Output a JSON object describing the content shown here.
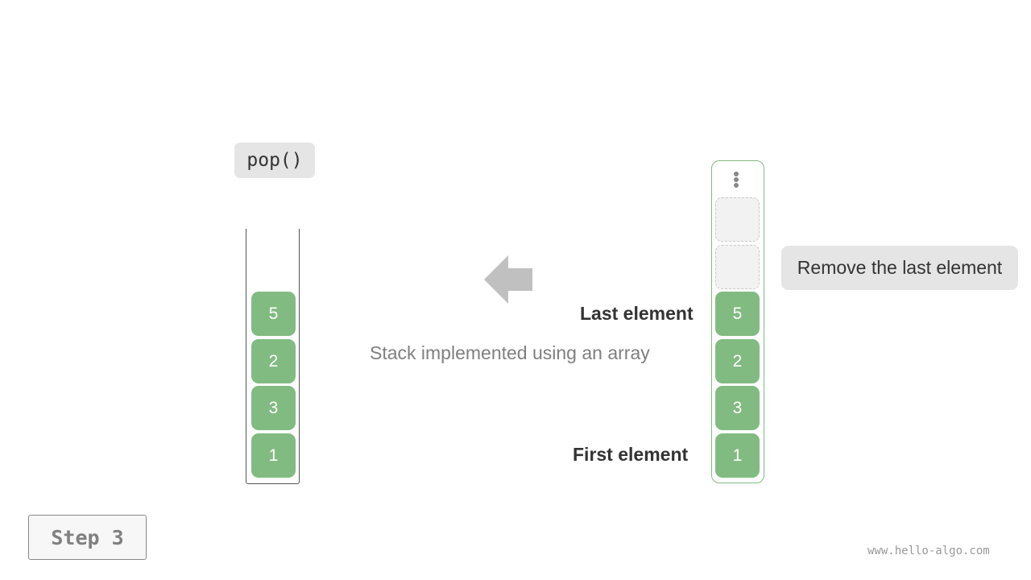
{
  "operation": "pop()",
  "stack_values": [
    "5",
    "2",
    "3",
    "1"
  ],
  "array_values": [
    "5",
    "2",
    "3",
    "1"
  ],
  "caption": "Stack implemented using an array",
  "last_label": "Last element",
  "first_label": "First element",
  "note": "Remove the last element",
  "step": "Step 3",
  "watermark": "www.hello-algo.com",
  "colors": {
    "cell": "#82bb82",
    "label_bg": "#e5e5e5",
    "arrow": "#c0c0c0",
    "empty_cell": "#f2f2f2",
    "caption": "#7f7f7f"
  },
  "icons": {
    "arrow": "arrow-left-icon",
    "more": "vertical-ellipsis-icon"
  }
}
